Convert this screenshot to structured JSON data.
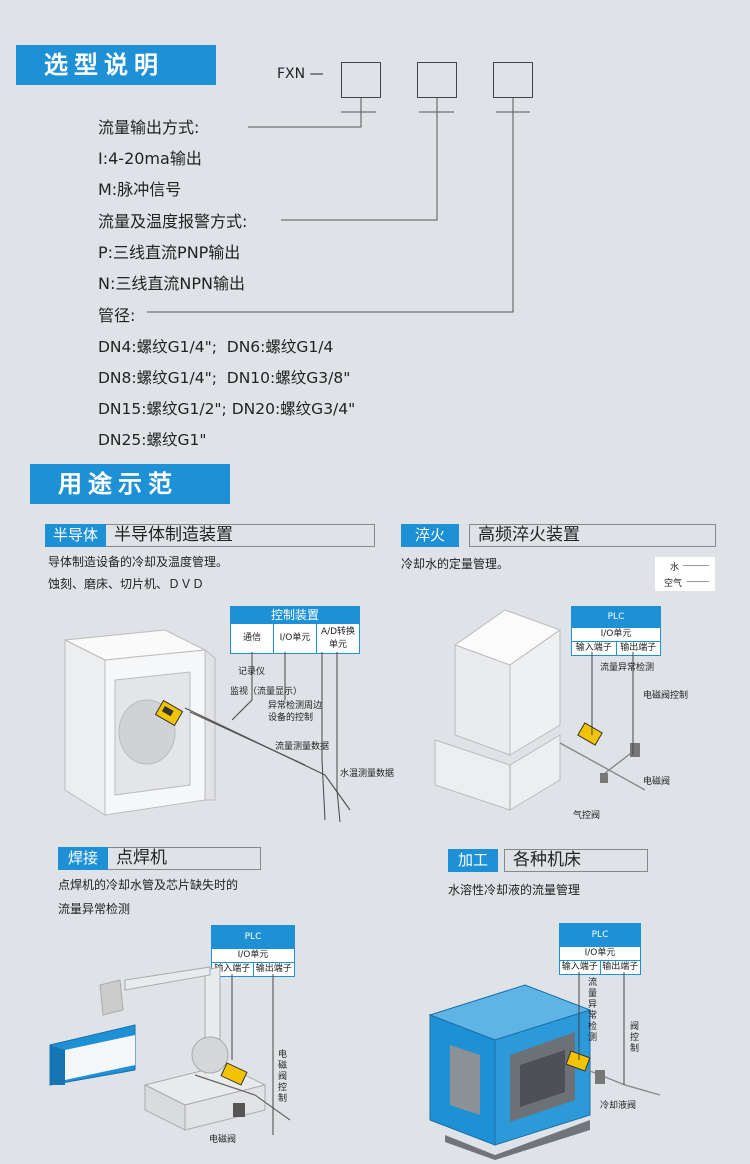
{
  "selection": {
    "title": "选型说明",
    "model_prefix": "FXN —",
    "output_label": "流量输出方式:",
    "output_options": [
      "I:4-20ma输出",
      "M:脉冲信号"
    ],
    "alarm_label": "流量及温度报警方式:",
    "alarm_options": [
      "P:三线直流PNP输出",
      "N:三线直流NPN输出"
    ],
    "pipe_label": "管径:",
    "pipe_options": [
      "DN4:螺纹G1/4\";  DN6:螺纹G1/4",
      "DN8:螺纹G1/4\";  DN10:螺纹G3/8\"",
      "DN15:螺纹G1/2\"; DN20:螺纹G3/4\"",
      "DN25:螺纹G1\""
    ]
  },
  "usage": {
    "title": "用途示范",
    "semiconductor": {
      "tag": "半导体",
      "name": "半导体制造装置",
      "desc": [
        "导体制造设备的冷却及温度管理。",
        "蚀刻、磨床、切片机、ＤＶＤ"
      ],
      "control_title": "控制装置",
      "control_cells": [
        "通信",
        "I/O单元",
        "A/D转换单元"
      ],
      "labels": {
        "recorder": "记录仪",
        "monitor": "监视（流量显示）",
        "abnormal": "异常检测周边设备的控制",
        "flow_data": "流量测量数据",
        "temp_data": "水温测量数据"
      }
    },
    "quench": {
      "tag": "淬火",
      "name": "高频淬火装置",
      "desc": [
        "冷却水的定量管理。"
      ],
      "legend_water": "水",
      "legend_air": "空气",
      "plc": "PLC",
      "io": "I/O单元",
      "in_terminal": "输入端子",
      "out_terminal": "输出端子",
      "labels": {
        "abnormal": "流量异常检测",
        "valve_ctrl": "电磁阀控制",
        "valve": "电磁阀",
        "air_valve": "气控阀"
      }
    },
    "welding": {
      "tag": "焊接",
      "name": "点焊机",
      "desc": [
        "点焊机的冷却水管及芯片缺失时的",
        "流量异常检测"
      ],
      "plc": "PLC",
      "io": "I/O单元",
      "in_terminal": "输入端子",
      "out_terminal": "输出端子",
      "labels": {
        "valve_ctrl": "电磁阀控制",
        "valve": "电磁阀"
      }
    },
    "machining": {
      "tag": "加工",
      "name": "各种机床",
      "desc": [
        "水溶性冷却液的流量管理"
      ],
      "plc": "PLC",
      "io": "I/O单元",
      "in_terminal": "输入端子",
      "out_terminal": "输出端子",
      "labels": {
        "flow_abnormal": "流量异常检测",
        "valve_ctrl": "阀控制",
        "coolant_valve": "冷却液阀"
      }
    }
  },
  "colors": {
    "accent": "#1e90d6",
    "bg": "#dfe3e8"
  }
}
